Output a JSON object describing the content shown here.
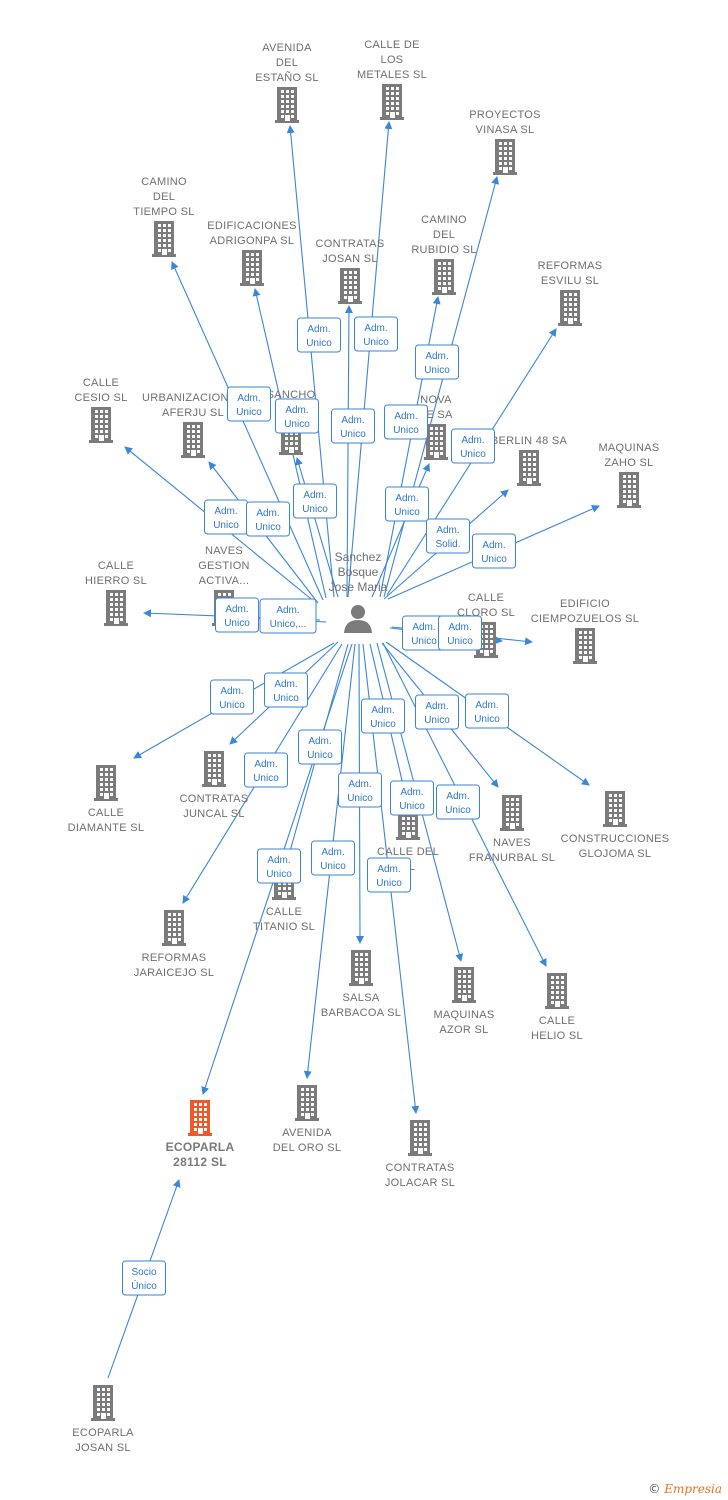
{
  "colors": {
    "building": "#7b7b7b",
    "highlight": "#f05a2a",
    "edge": "#3a86d8"
  },
  "person": {
    "id": "person",
    "name": [
      "Sanchez",
      "Bosque",
      "Jose Maria"
    ],
    "icon": "person-icon"
  },
  "nodes": [
    {
      "id": "n_estano",
      "label": [
        "AVENIDA",
        "DEL",
        "ESTAÑO SL"
      ]
    },
    {
      "id": "n_metales",
      "label": [
        "CALLE DE",
        "LOS",
        "METALES SL"
      ]
    },
    {
      "id": "n_vinasa",
      "label": [
        "PROYECTOS",
        "VINASA SL"
      ]
    },
    {
      "id": "n_tiempo",
      "label": [
        "CAMINO",
        "DEL",
        "TIEMPO SL"
      ]
    },
    {
      "id": "n_adrigonpa",
      "label": [
        "EDIFICACIONES",
        "ADRIGONPA SL"
      ]
    },
    {
      "id": "n_josan",
      "label": [
        "CONTRATAS",
        "JOSAN  SL"
      ]
    },
    {
      "id": "n_rubidio",
      "label": [
        "CAMINO",
        "DEL",
        "RUBIDIO SL"
      ]
    },
    {
      "id": "n_esvilu",
      "label": [
        "REFORMAS",
        "ESVILU SL"
      ]
    },
    {
      "id": "n_cesio",
      "label": [
        "CALLE",
        "CESIO SL"
      ]
    },
    {
      "id": "n_aferju",
      "label": [
        "URBANIZACIONES",
        "AFERJU SL"
      ]
    },
    {
      "id": "n_sancho",
      "label": [
        "SANCHO",
        "PATA"
      ]
    },
    {
      "id": "n_nova",
      "label": [
        "NOVA",
        "TE SA"
      ]
    },
    {
      "id": "n_berlin",
      "label": [
        "BERLIN 48 SA"
      ]
    },
    {
      "id": "n_zaho",
      "label": [
        "MAQUINAS",
        "ZAHO  SL"
      ]
    },
    {
      "id": "n_hierro",
      "label": [
        "CALLE",
        "HIERRO SL"
      ]
    },
    {
      "id": "n_naves_gestion",
      "label": [
        "NAVES",
        "GESTION",
        "ACTIVA..."
      ]
    },
    {
      "id": "n_cloro",
      "label": [
        "CALLE",
        "CLORO SL"
      ]
    },
    {
      "id": "n_ciempozuelos",
      "label": [
        "EDIFICIO",
        "CIEMPOZUELOS SL"
      ]
    },
    {
      "id": "n_diamante",
      "label": [
        "CALLE",
        "DIAMANTE SL"
      ]
    },
    {
      "id": "n_juncal",
      "label": [
        "CONTRATAS",
        "JUNCAL SL"
      ]
    },
    {
      "id": "n_calle_del",
      "label": [
        "CALLE DEL",
        "SL"
      ]
    },
    {
      "id": "n_franurbal",
      "label": [
        "NAVES",
        "FRANURBAL SL"
      ]
    },
    {
      "id": "n_glojoma",
      "label": [
        "CONSTRUCCIONES",
        "GLOJOMA SL"
      ]
    },
    {
      "id": "n_titanio",
      "label": [
        "CALLE",
        "TITANIO SL"
      ]
    },
    {
      "id": "n_jaraicejo",
      "label": [
        "REFORMAS",
        "JARAICEJO SL"
      ]
    },
    {
      "id": "n_barbacoa",
      "label": [
        "SALSA",
        "BARBACOA SL"
      ]
    },
    {
      "id": "n_azor",
      "label": [
        "MAQUINAS",
        "AZOR  SL"
      ]
    },
    {
      "id": "n_helio",
      "label": [
        "CALLE",
        "HELIO SL"
      ]
    },
    {
      "id": "n_ecoparla",
      "label": [
        "ECOPARLA",
        "28112  SL"
      ],
      "highlight": true
    },
    {
      "id": "n_oro",
      "label": [
        "AVENIDA",
        "DEL ORO SL"
      ]
    },
    {
      "id": "n_jolacar",
      "label": [
        "CONTRATAS",
        "JOLACAR SL"
      ]
    },
    {
      "id": "n_ecoparla_josan",
      "label": [
        "ECOPARLA",
        "JOSAN  SL"
      ]
    }
  ],
  "edges": [
    {
      "from": "person",
      "to": "n_estano",
      "label": [
        "Adm.",
        "Unico"
      ]
    },
    {
      "from": "person",
      "to": "n_metales",
      "label": [
        "Adm.",
        "Unico"
      ]
    },
    {
      "from": "person",
      "to": "n_vinasa",
      "label": [
        "Adm.",
        "Unico"
      ]
    },
    {
      "from": "person",
      "to": "n_tiempo",
      "label": [
        "Adm.",
        "Unico"
      ]
    },
    {
      "from": "person",
      "to": "n_adrigonpa",
      "label": [
        "Adm.",
        "Unico"
      ]
    },
    {
      "from": "person",
      "to": "n_josan",
      "label": [
        "Adm.",
        "Unico"
      ]
    },
    {
      "from": "person",
      "to": "n_rubidio",
      "label": [
        "Adm.",
        "Unico"
      ]
    },
    {
      "from": "person",
      "to": "n_esvilu",
      "label": [
        "Adm.",
        "Unico"
      ]
    },
    {
      "from": "person",
      "to": "n_cesio",
      "label": [
        "Adm.",
        "Unico"
      ]
    },
    {
      "from": "person",
      "to": "n_aferju",
      "label": [
        "Adm.",
        "Unico"
      ]
    },
    {
      "from": "person",
      "to": "n_sancho",
      "label": [
        "Adm.",
        "Unico"
      ]
    },
    {
      "from": "person",
      "to": "n_nova",
      "label": [
        "Adm.",
        "Unico"
      ]
    },
    {
      "from": "person",
      "to": "n_berlin",
      "label": [
        "Adm.",
        "Solid."
      ]
    },
    {
      "from": "person",
      "to": "n_zaho",
      "label": [
        "Adm.",
        "Unico"
      ]
    },
    {
      "from": "person",
      "to": "n_hierro",
      "label": [
        "Adm.",
        "Unico"
      ]
    },
    {
      "from": "person",
      "to": "n_naves_gestion",
      "label": [
        "Adm.",
        "Unico,..."
      ]
    },
    {
      "from": "person",
      "to": "n_cloro",
      "label": [
        "Adm.",
        "Unico"
      ]
    },
    {
      "from": "person",
      "to": "n_ciempozuelos",
      "label": [
        "Adm.",
        "Unico"
      ]
    },
    {
      "from": "person",
      "to": "n_diamante",
      "label": [
        "Adm.",
        "Unico"
      ]
    },
    {
      "from": "person",
      "to": "n_juncal",
      "label": [
        "Adm.",
        "Unico"
      ]
    },
    {
      "from": "person",
      "to": "n_calle_del",
      "label": [
        "Adm.",
        "Unico"
      ]
    },
    {
      "from": "person",
      "to": "n_franurbal",
      "label": [
        "Adm.",
        "Unico"
      ]
    },
    {
      "from": "person",
      "to": "n_glojoma",
      "label": [
        "Adm.",
        "Unico"
      ]
    },
    {
      "from": "person",
      "to": "n_titanio",
      "label": [
        "Adm.",
        "Unico"
      ]
    },
    {
      "from": "person",
      "to": "n_jaraicejo",
      "label": [
        "Adm.",
        "Unico"
      ]
    },
    {
      "from": "person",
      "to": "n_barbacoa",
      "label": [
        "Adm.",
        "Unico"
      ]
    },
    {
      "from": "person",
      "to": "n_azor",
      "label": [
        "Adm.",
        "Unico"
      ]
    },
    {
      "from": "person",
      "to": "n_helio",
      "label": [
        "Adm.",
        "Unico"
      ]
    },
    {
      "from": "person",
      "to": "n_ecoparla",
      "label": [
        "Adm.",
        "Unico"
      ]
    },
    {
      "from": "person",
      "to": "n_oro",
      "label": [
        "Adm.",
        "Unico"
      ]
    },
    {
      "from": "person",
      "to": "n_jolacar",
      "label": [
        "Adm.",
        "Unico"
      ]
    },
    {
      "from": "n_ecoparla_josan",
      "to": "n_ecoparla",
      "label": [
        "Socio",
        "Único"
      ]
    }
  ],
  "footer": {
    "copyright": "©",
    "brand": "Empresia"
  }
}
